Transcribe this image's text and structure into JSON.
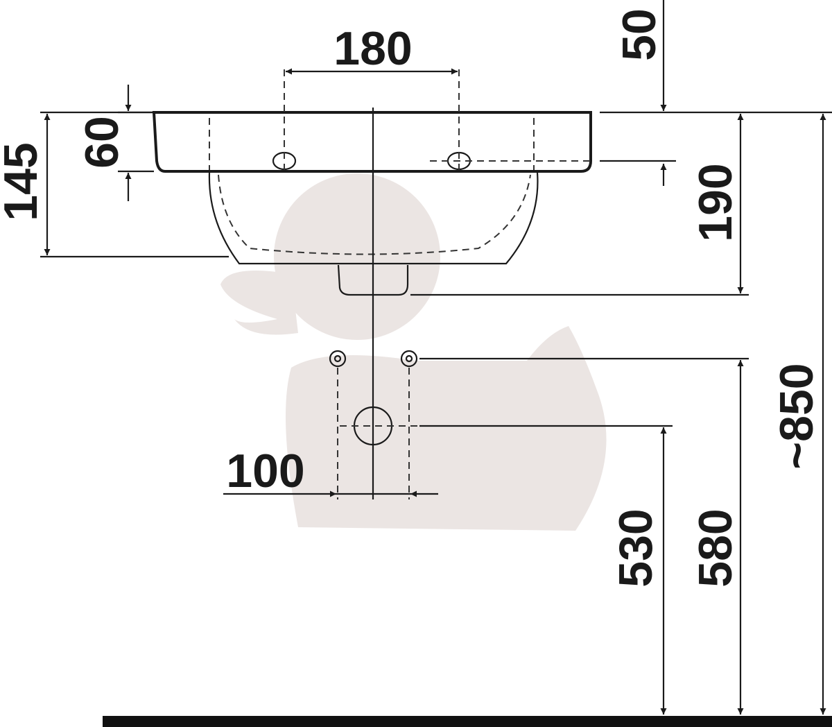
{
  "dimensions": {
    "tap_spacing": "180",
    "top_offset": "50",
    "rim_height": "60",
    "basin_depth": "145",
    "trap_height": "190",
    "total_height": "~850",
    "fixing_spacing": "100",
    "drain_height": "530",
    "fixing_height": "580"
  },
  "colors": {
    "line": "#1a1a1a",
    "watermark": "#ebe5e3",
    "floor": "#111111"
  }
}
